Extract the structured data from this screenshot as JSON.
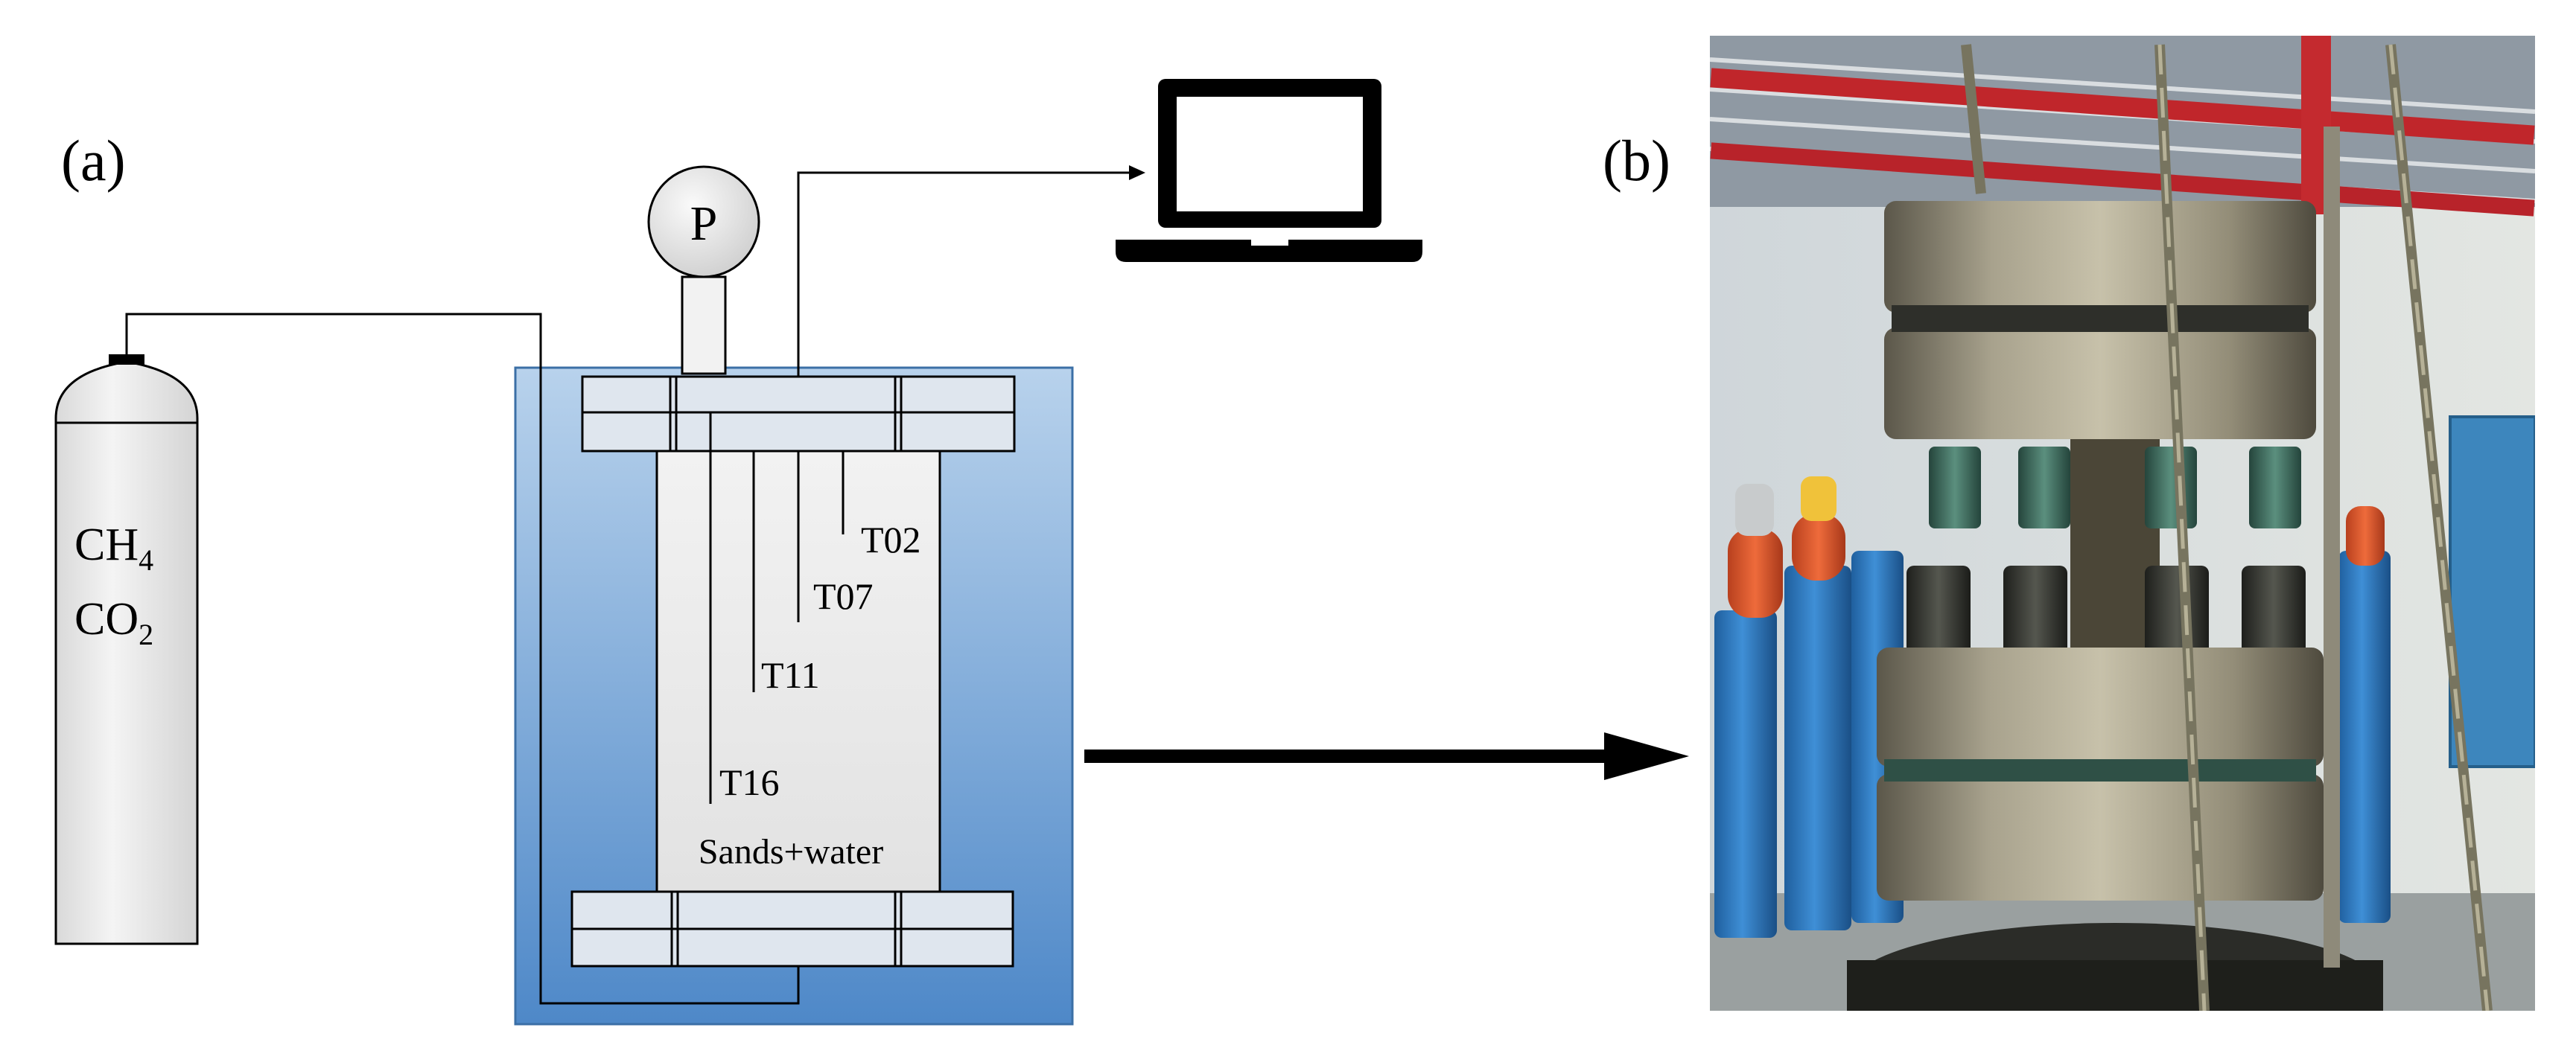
{
  "panels": {
    "a_label": "(a)",
    "b_label": "(b)"
  },
  "cylinder": {
    "line1_main": "CH",
    "line1_sub": "4",
    "line2_main": "CO",
    "line2_sub": "2"
  },
  "gauge": {
    "label": "P"
  },
  "sensors": [
    {
      "label": "T02"
    },
    {
      "label": "T07"
    },
    {
      "label": "T11"
    },
    {
      "label": "T16"
    }
  ],
  "reactor": {
    "content_label": "Sands+water"
  },
  "colors": {
    "bath_top": "#b8d2ec",
    "bath_bottom": "#4e88c8",
    "vessel_fill": "#ebebeb",
    "cylinder_fill": "#e6e6e6",
    "line": "#000000"
  },
  "icons": {
    "computer": "laptop-icon",
    "arrow": "arrow-right-icon",
    "photo": "reactor-photograph"
  }
}
